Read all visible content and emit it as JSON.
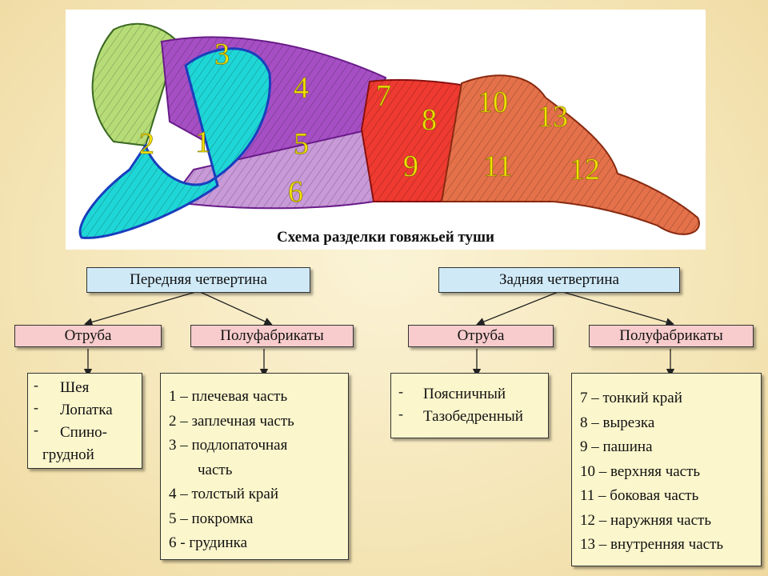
{
  "diagram": {
    "caption": "Схема разделки говяжьей туши",
    "numbers": [
      "1",
      "2",
      "3",
      "4",
      "5",
      "6",
      "7",
      "8",
      "9",
      "10",
      "11",
      "12",
      "13"
    ],
    "colors": {
      "cyan": "#1fd6d6",
      "violet": "#a64fc4",
      "pink_violet": "#c89ad8",
      "red": "#ee3a30",
      "orange_red": "#e4714a",
      "green": "#b6dc78",
      "number": "#f2e200"
    }
  },
  "front_quarter": {
    "title": "Передняя   четвертина",
    "cuts_label": "Отруба",
    "products_label": "Полуфабрикаты",
    "cuts": [
      {
        "dash": "-",
        "text": "Шея"
      },
      {
        "dash": "-",
        "text": "Лопатка"
      },
      {
        "dash": "-",
        "text": "Спино-"
      }
    ],
    "cuts_continuation": "грудной",
    "products": [
      "1 – плечевая часть",
      "2 – заплечная часть",
      "3 – подлопаточная",
      "часть",
      "4 – толстый край",
      "5 – покромка",
      "6 - грудинка"
    ]
  },
  "rear_quarter": {
    "title": "Задняя  четвертина",
    "cuts_label": "Отруба",
    "products_label": "Полуфабрикаты",
    "cuts": [
      {
        "dash": "-",
        "text": "Поясничный"
      },
      {
        "dash": "-",
        "text": "Тазобедренный"
      }
    ],
    "products": [
      "7 – тонкий край",
      "8 – вырезка",
      "9 – пашина",
      "10 – верхняя часть",
      "11 – боковая часть",
      "12 – наружняя часть",
      "13 – внутренняя часть"
    ]
  }
}
